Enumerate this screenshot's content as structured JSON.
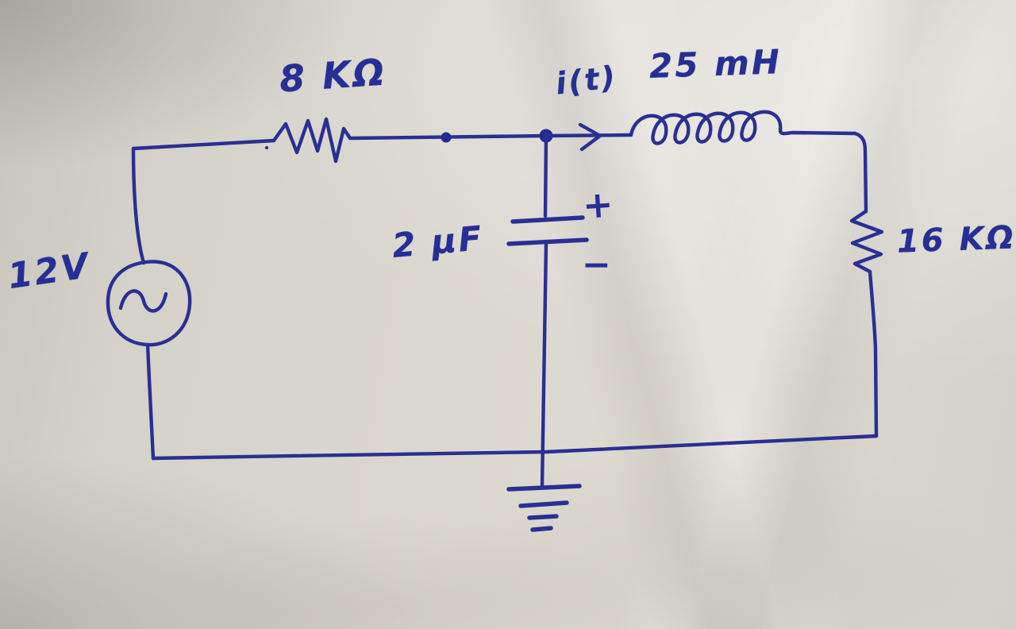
{
  "page": {
    "description": "Hand-drawn AC circuit schematic in blue ballpoint ink on gray paper"
  },
  "labels": {
    "source_voltage": "12V",
    "series_resistor": "8 KΩ",
    "current_arrow": "i(t)",
    "inductor": "25 mH",
    "capacitor": "2 μF",
    "load_resistor": "16 KΩ",
    "capacitor_plus": "+",
    "capacitor_minus": "−"
  },
  "circuit": {
    "type": "schematic",
    "components": [
      {
        "name": "ac-voltage-source",
        "value": "12V",
        "symbol": "circle with sine wave",
        "position": "left"
      },
      {
        "name": "resistor",
        "value": "8 KΩ",
        "symbol": "zigzag",
        "position": "top-left branch"
      },
      {
        "name": "current-label",
        "value": "i(t)",
        "symbol": "right arrow on wire",
        "position": "top-middle"
      },
      {
        "name": "inductor",
        "value": "25 mH",
        "symbol": "coil loops",
        "position": "top-right branch"
      },
      {
        "name": "capacitor",
        "value": "2 μF",
        "symbol": "parallel plates, + top and − bottom",
        "position": "middle branch to ground"
      },
      {
        "name": "resistor",
        "value": "16 KΩ",
        "symbol": "vertical zigzag",
        "position": "right branch"
      },
      {
        "name": "ground",
        "symbol": "four shrinking bars",
        "position": "bottom-center"
      }
    ],
    "nodes": [
      "junction dot between 8 KΩ resistor and capacitor branch",
      "junction dot at capacitor top"
    ]
  },
  "colors": {
    "ink": "#2a2f93",
    "paper": "#d6d3cb"
  }
}
